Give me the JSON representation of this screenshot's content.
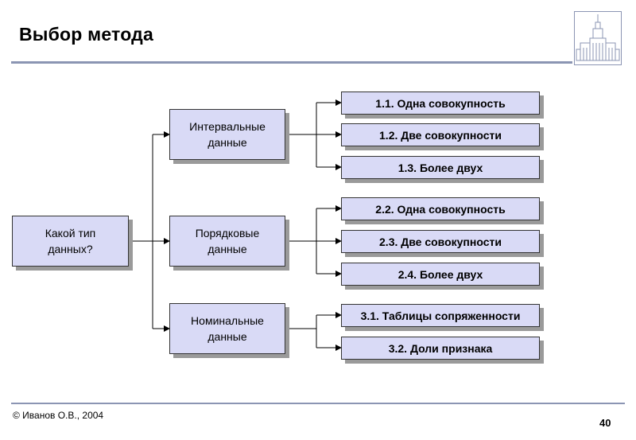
{
  "title": "Выбор метода",
  "footer": {
    "copyright": "© Иванов О.В., 2004",
    "page": "40"
  },
  "diagram": {
    "root": "Какой тип\nданных?",
    "groups": [
      {
        "label": "Интервальные\nданные",
        "leaves": [
          "1.1. Одна совокупность",
          "1.2. Две совокупности",
          "1.3. Более двух"
        ]
      },
      {
        "label": "Порядковые\nданные",
        "leaves": [
          "2.2. Одна совокупность",
          "2.3. Две совокупности",
          "2.4. Более двух"
        ]
      },
      {
        "label": "Номинальные\nданные",
        "leaves": [
          "3.1. Таблицы сопряженности",
          "3.2. Доли признака"
        ]
      }
    ]
  }
}
